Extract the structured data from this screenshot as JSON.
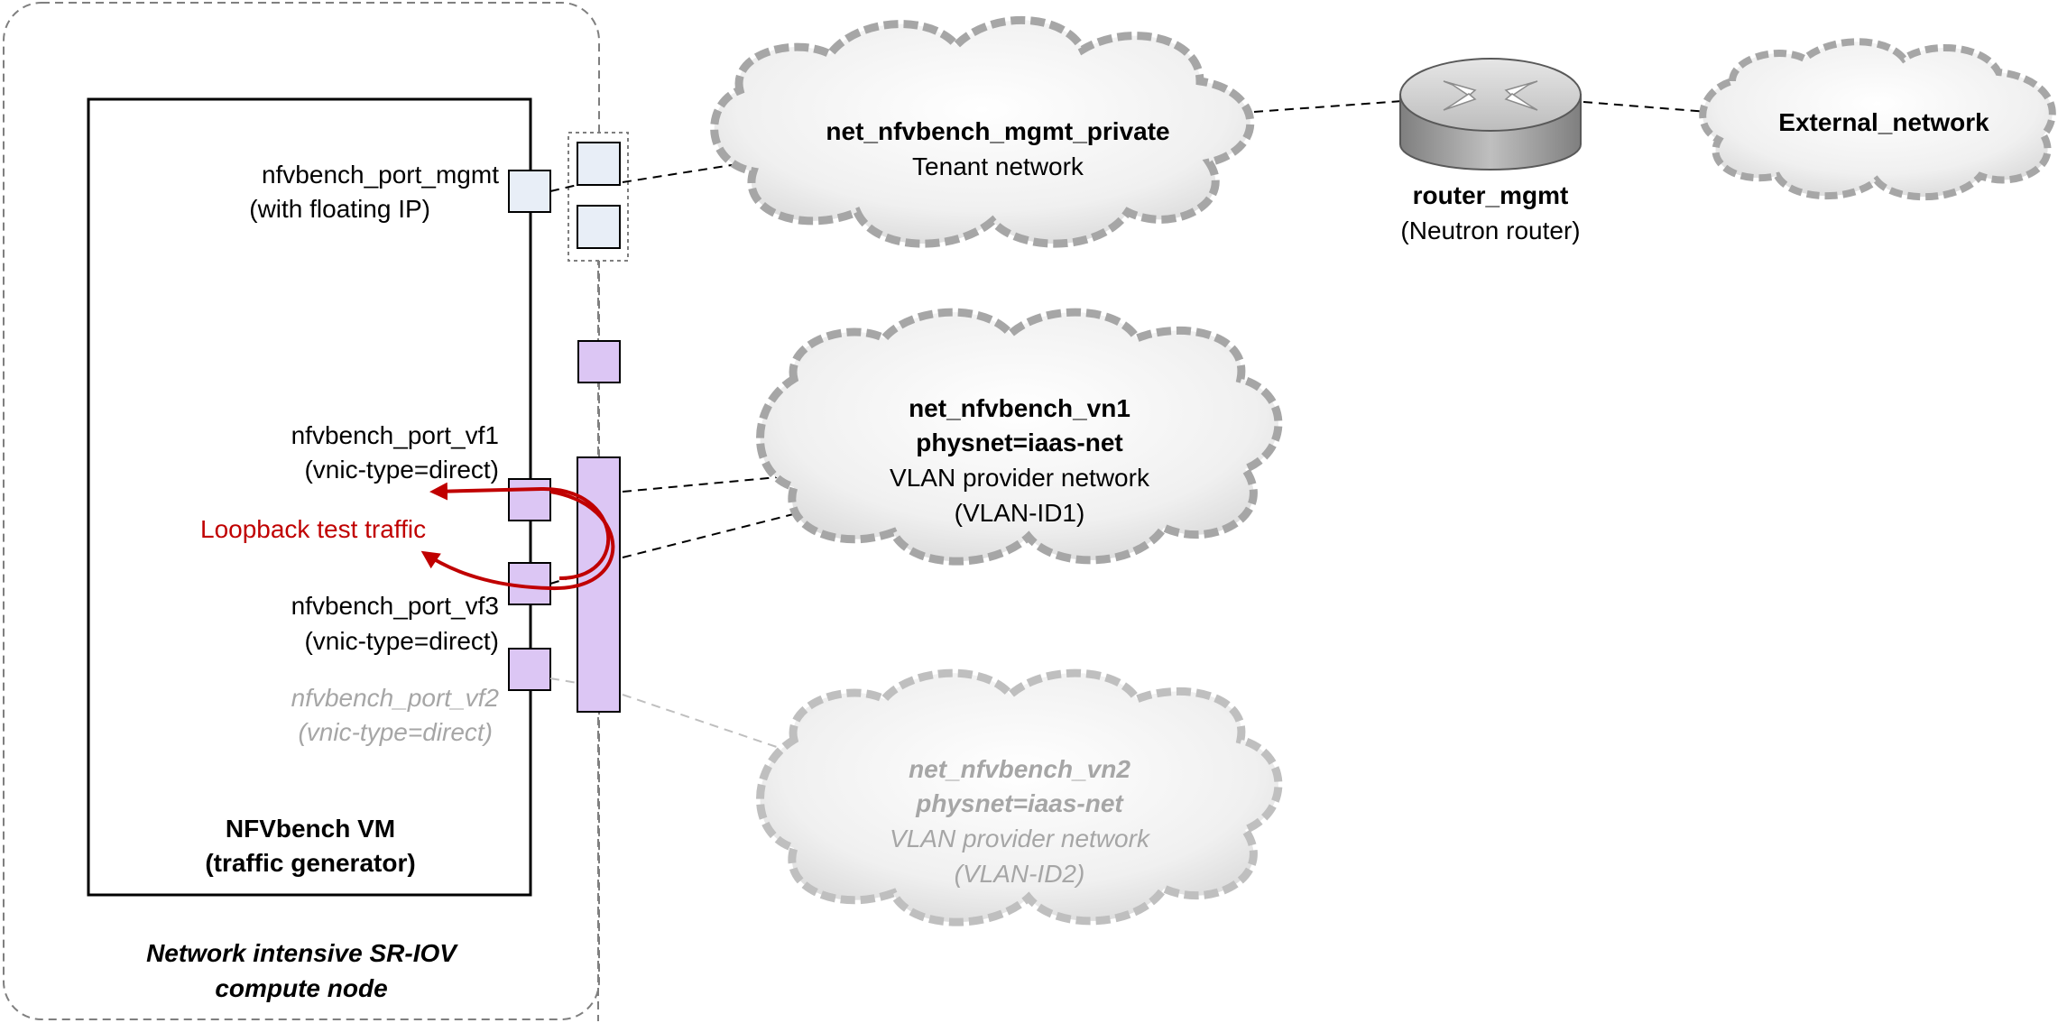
{
  "compute_node": {
    "caption_line1": "Network intensive SR-IOV",
    "caption_line2": "compute node"
  },
  "vm": {
    "title_line1": "NFVbench VM",
    "title_line2": "(traffic generator)"
  },
  "ports": {
    "mgmt": {
      "name": "nfvbench_port_mgmt",
      "detail": "(with floating IP)"
    },
    "vf1": {
      "name": "nfvbench_port_vf1",
      "detail": "(vnic-type=direct)"
    },
    "vf3": {
      "name": "nfvbench_port_vf3",
      "detail": "(vnic-type=direct)"
    },
    "vf2": {
      "name": "nfvbench_port_vf2",
      "detail": "(vnic-type=direct)"
    }
  },
  "loopback": {
    "label": "Loopback test traffic"
  },
  "networks": {
    "mgmt_private": {
      "name": "net_nfvbench_mgmt_private",
      "type": "Tenant network"
    },
    "vn1": {
      "name": "net_nfvbench_vn1",
      "physnet": "physnet=iaas-net",
      "type": "VLAN provider network",
      "vlan": "(VLAN-ID1)"
    },
    "vn2": {
      "name": "net_nfvbench_vn2",
      "physnet": "physnet=iaas-net",
      "type": "VLAN provider network",
      "vlan": "(VLAN-ID2)"
    },
    "external": {
      "name": "External_network"
    }
  },
  "router": {
    "name": "router_mgmt",
    "type": "(Neutron router)"
  },
  "colors": {
    "port_mgmt_fill": "#e8eef7",
    "port_vf_fill": "#dcc6f4",
    "loopback": "#c00000",
    "inactive_text": "#a6a6a6",
    "cloud_fill": "#eeeeee",
    "cloud_border": "#a6a6a6"
  }
}
